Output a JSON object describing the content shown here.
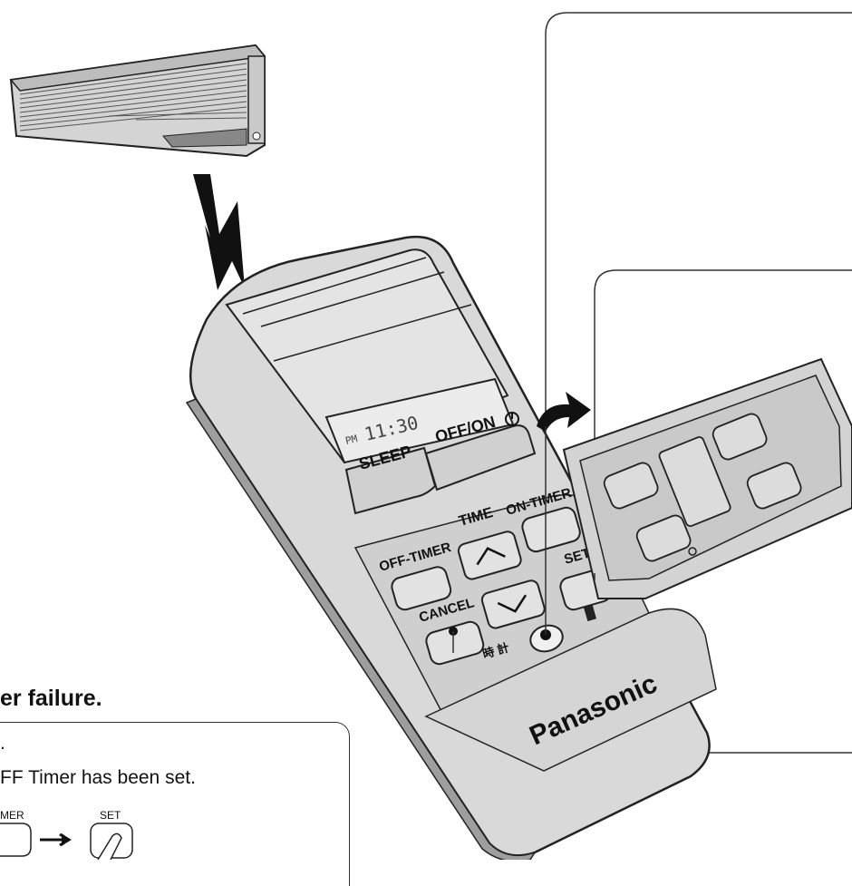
{
  "remote": {
    "lcd_pm": "PM",
    "lcd_time": "11:30",
    "off_on_label": "OFF/ON",
    "sleep_label": "SLEEP",
    "off_timer_label": "OFF-TIMER",
    "time_label": "TIME",
    "on_timer_label": "ON-TIMER",
    "set_label": "SET",
    "cancel_label": "CANCEL",
    "clock_label": "時 計",
    "brand": "Panasonic"
  },
  "section": {
    "heading": "er failure.",
    "line1": ".",
    "line2": "FF Timer has been set.",
    "mini_timer_label": "MER",
    "mini_set_label": "SET"
  },
  "icons": {
    "power": "power-symbol-icon",
    "up": "chevron-up-icon",
    "down": "chevron-down-icon",
    "open_arrow": "curved-arrow-icon",
    "signal": "lightning-signal-icon",
    "step_arrow": "right-arrow-icon",
    "press": "finger-press-icon"
  },
  "colors": {
    "remote_body": "#d9d9d9",
    "remote_dark": "#b9b9b9",
    "outline": "#222222"
  }
}
